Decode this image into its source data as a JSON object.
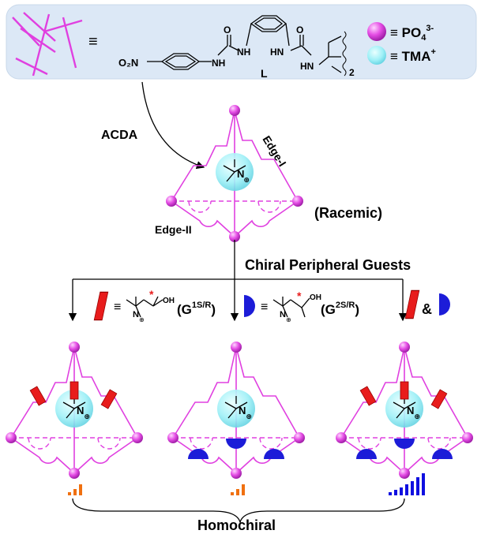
{
  "legend": {
    "equiv": "≡",
    "po4_label": "≡ PO",
    "po4_sub": "4",
    "po4_sup": "3-",
    "tma_label": "≡ TMA",
    "tma_sup": "+",
    "ligand_label": "L",
    "nitro_label": "O₂N",
    "nh1": "NH",
    "nh2": "NH",
    "hn1": "HN",
    "hn2": "HN",
    "o1": "O",
    "o2": "O",
    "subscript_2": "2"
  },
  "top": {
    "acda": "ACDA",
    "edge1": "Edge-I",
    "edge2": "Edge-II",
    "racemic": "(Racemic)",
    "n_label": "N",
    "n_charge": "⊕"
  },
  "guests": {
    "header": "Chiral Peripheral Guests",
    "g1_prefix": "(G",
    "g1_sup": "1S/R",
    "g1_suffix": ")",
    "g2_prefix": "(G",
    "g2_sup": "2S/R",
    "g2_suffix": ")",
    "oh1": "OH",
    "oh2": "OH",
    "n1": "N",
    "n2": "N",
    "charge": "⊕",
    "ampersand": "&",
    "equiv": "≡"
  },
  "bottom": {
    "homochiral": "Homochiral"
  },
  "colors": {
    "magenta": "#e040e0",
    "sphere_magenta": "#e44ce4",
    "tma_cyan": "#9ff0f7",
    "panel_bg": "#dce8f6",
    "red_guest": "#e81c1c",
    "blue_guest": "#1c1cd8",
    "orange_signal": "#f07010",
    "blue_signal": "#1010e0"
  }
}
